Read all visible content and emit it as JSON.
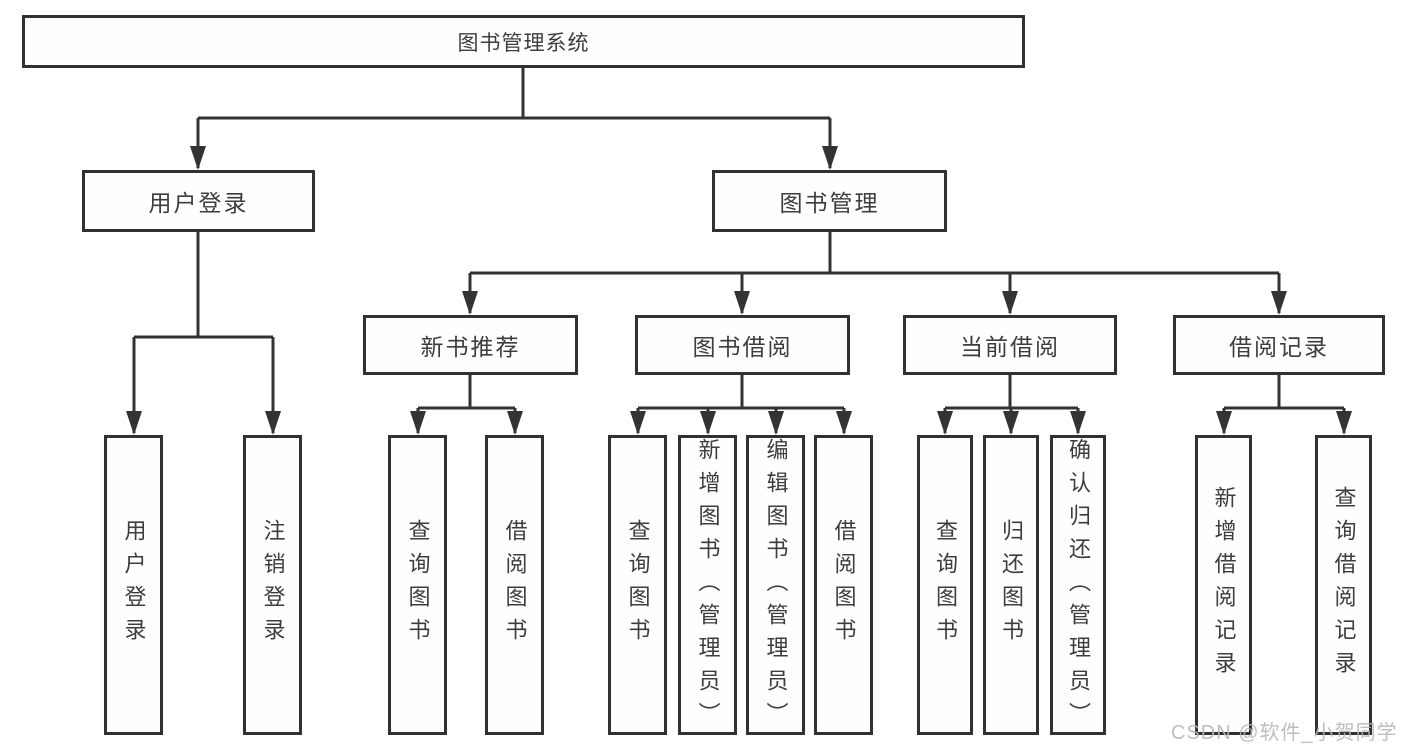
{
  "diagram": {
    "type": "hierarchy-tree",
    "root": {
      "label": "图书管理系统"
    },
    "branches": [
      {
        "label": "用户登录",
        "leaves": [
          {
            "label": "用户登录"
          },
          {
            "label": "注销登录"
          }
        ]
      },
      {
        "label": "图书管理",
        "groups": [
          {
            "label": "新书推荐",
            "leaves": [
              {
                "label": "查询图书"
              },
              {
                "label": "借阅图书"
              }
            ]
          },
          {
            "label": "图书借阅",
            "leaves": [
              {
                "label": "查询图书"
              },
              {
                "label": "新增图书（管理员）"
              },
              {
                "label": "编辑图书（管理员）"
              },
              {
                "label": "借阅图书"
              }
            ]
          },
          {
            "label": "当前借阅",
            "leaves": [
              {
                "label": "查询图书"
              },
              {
                "label": "归还图书"
              },
              {
                "label": "确认归还（管理员）"
              }
            ]
          },
          {
            "label": "借阅记录",
            "leaves": [
              {
                "label": "新增借阅记录"
              },
              {
                "label": "查询借阅记录"
              }
            ]
          }
        ]
      }
    ]
  },
  "watermark": {
    "text": "CSDN @软件_小贺同学"
  },
  "colors": {
    "background": "#ffffff",
    "box_border": "#313131",
    "box_fill": "#fefefe",
    "line": "#333333",
    "text": "#3d3d3d",
    "watermark": "#b7b7b7"
  }
}
